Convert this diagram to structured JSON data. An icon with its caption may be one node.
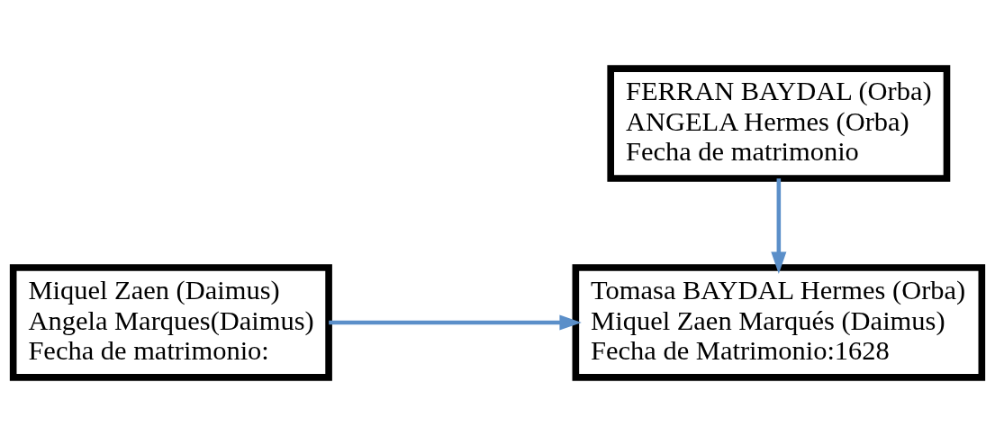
{
  "diagram": {
    "nodes": [
      {
        "text": [
          "FERRAN BAYDAL (Orba)",
          "ANGELA Hermes (Orba)",
          "Fecha de matrimonio"
        ]
      },
      {
        "text": [
          "Tomasa BAYDAL Hermes (Orba)",
          "Miquel Zaen Marqués (Daimus)",
          "Fecha de Matrimonio:1628"
        ]
      },
      {
        "text": [
          "Miquel Zaen (Daimus)",
          "Angela Marques(Daimus)",
          "Fecha de matrimonio:"
        ]
      }
    ],
    "edges": [
      {
        "from": 0,
        "to": 1,
        "arrow": "to"
      },
      {
        "from": 2,
        "to": 1,
        "arrow": "to"
      }
    ]
  }
}
